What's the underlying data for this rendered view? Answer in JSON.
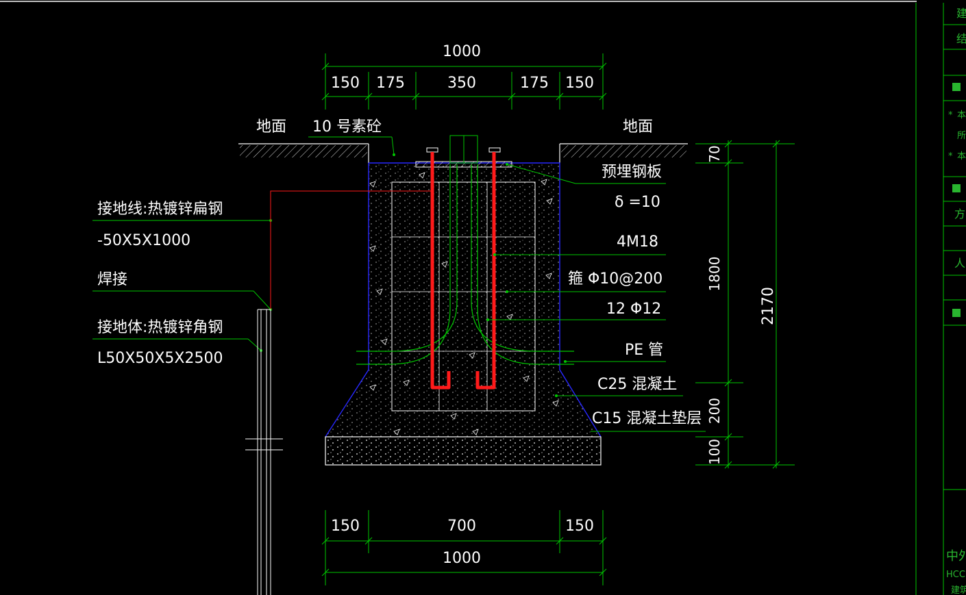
{
  "colors": {
    "background": "#000000",
    "dimension_line": "#00c800",
    "outline": "#ffffff",
    "rebar": "#ff1a1a",
    "formwork": "#2828ff",
    "leader": "#00c800"
  },
  "top_dims": {
    "total": "1000",
    "segments": [
      "150",
      "175",
      "350",
      "175",
      "150"
    ]
  },
  "bottom_dims": {
    "total": "1000",
    "segments": [
      "150",
      "700",
      "150"
    ]
  },
  "right_dims": {
    "total": "2170",
    "segments": [
      "70",
      "1800",
      "200",
      "100"
    ]
  },
  "labels": {
    "ground_left": "地面",
    "ground_right": "地面",
    "concrete_top": "10 号素砼",
    "embedded_plate": "预埋钢板",
    "plate_thickness": "δ =10",
    "anchor_bolts": "4M18",
    "stirrups": "箍 Φ10@200",
    "main_rebar": "12 Φ12",
    "pe_pipe": "PE 管",
    "c25_concrete": "C25 混凝土",
    "c15_cushion": "C15 混凝土垫层",
    "grounding_wire_title": "接地线:热镀锌扁钢",
    "grounding_wire_spec": "-50X5X1000",
    "welding": "焊接",
    "grounding_body_title": "接地体:热镀锌角钢",
    "grounding_body_spec": "L50X50X5X2500"
  },
  "side_panel": {
    "items": [
      "建",
      "结",
      "本",
      "所",
      "本",
      "方",
      "人",
      "中外",
      "HCCI",
      "建筑"
    ]
  }
}
